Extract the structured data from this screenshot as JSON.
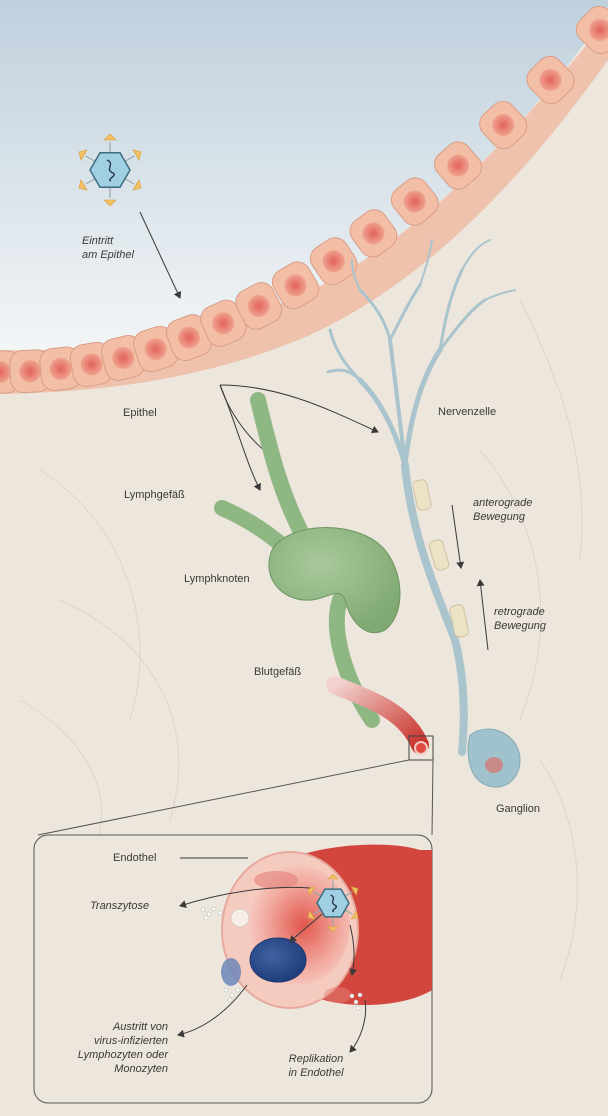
{
  "labels": {
    "entry": [
      "Eintritt",
      "am Epithel"
    ],
    "epithel": "Epithel",
    "nerve_cell": "Nervenzelle",
    "lymph_vessel": "Lymphgefäß",
    "anterograde": [
      "anterograde",
      "Bewegung"
    ],
    "lymph_node": "Lymphknoten",
    "retrograde": [
      "retrograde",
      "Bewegung"
    ],
    "blood_vessel": "Blutgefäß",
    "ganglion": "Ganglion",
    "endothel": "Endothel",
    "transcytosis": "Transzytose",
    "exit": [
      "Austritt von",
      "virus-infizierten",
      "Lymphozyten oder",
      "Monozyten"
    ],
    "replication": [
      "Replikation",
      "in Endothel"
    ]
  },
  "icons": [
    "virus-icon"
  ],
  "colors": {
    "epithel_cell": "#f2bfa6",
    "nucleus": "#e8706a",
    "lymph": "#8fb784",
    "nerve": "#a9c4cc",
    "blood": "#d0463c",
    "virus_capsid": "#9fcfe0",
    "spike": "#f1c064",
    "background": "#ece6dc"
  }
}
